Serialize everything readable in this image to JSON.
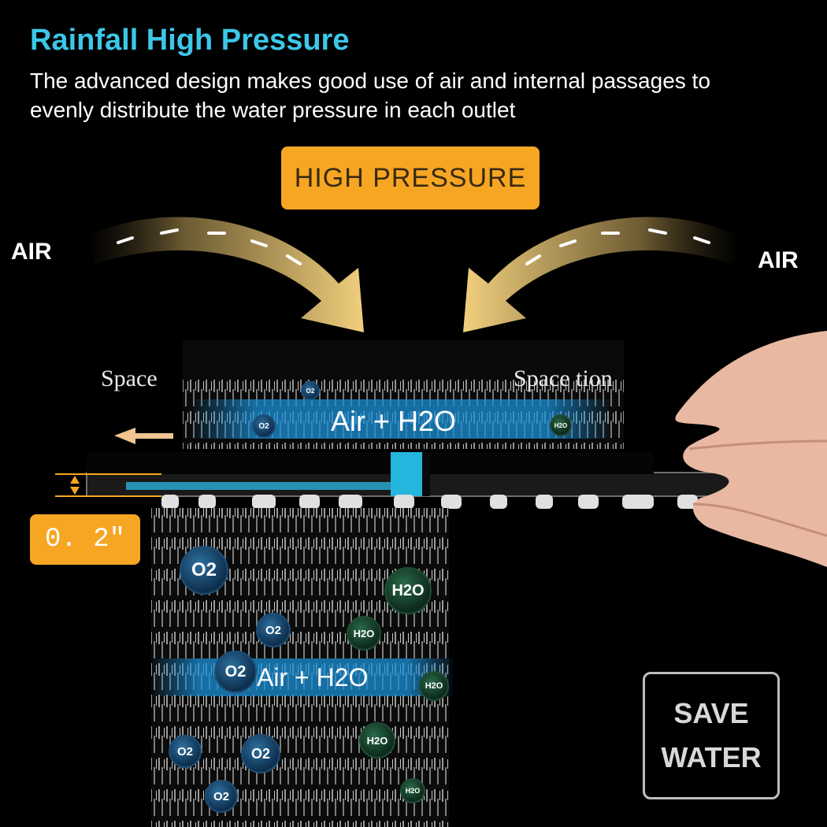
{
  "header": {
    "title": "Rainfall High Pressure",
    "subtitle": "The advanced design makes good use of air and internal passages to evenly distribute the water pressure in each outlet"
  },
  "badge": {
    "label": "HIGH PRESSURE"
  },
  "air_labels": {
    "left": "AIR",
    "right": "AIR"
  },
  "space_labels": {
    "left": "Space",
    "right": "Space  tion"
  },
  "mix_labels": {
    "upper": "Air + H2O",
    "lower": "Air + H2O"
  },
  "thickness": {
    "label": "0. 2″"
  },
  "save_water": {
    "line1": "SAVE",
    "line2": "WATER"
  },
  "bubble_text": {
    "o2": "O2",
    "h2o": "H2O"
  },
  "colors": {
    "accent_cyan": "#3cc7e8",
    "accent_orange": "#f6a623",
    "gold_arrow": "#e9c57a"
  }
}
